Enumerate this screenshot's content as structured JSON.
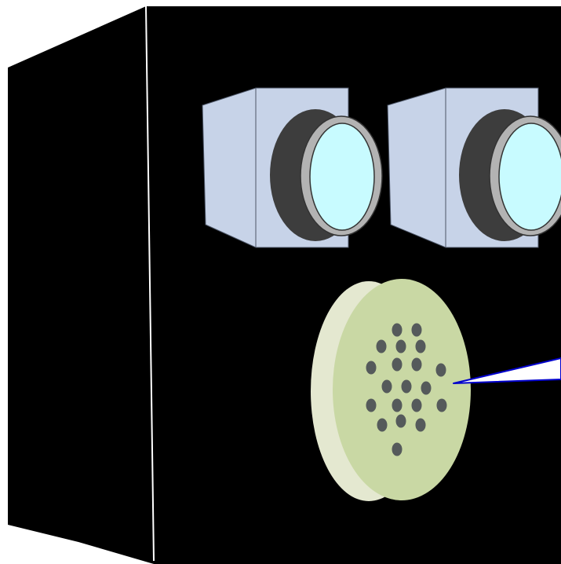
{
  "title": "",
  "figure": {
    "device": {
      "name": "black-box-enclosure",
      "colors": {
        "body": "#000000",
        "edge": "#ffffff"
      }
    },
    "cameras": [
      {
        "name": "left-camera",
        "colors": {
          "housing": "#c7d3e8",
          "housing_edge": "#4c5566",
          "lens_barrel": "#3d3d3d",
          "lens_ring": "#b3b3b3",
          "lens_glass": "#c8fbff"
        }
      },
      {
        "name": "right-camera",
        "colors": {
          "housing": "#c7d3e8",
          "housing_edge": "#4c5566",
          "lens_barrel": "#3d3d3d",
          "lens_ring": "#b3b3b3",
          "lens_glass": "#c8fbff"
        }
      }
    ],
    "speaker": {
      "name": "round-speaker-grille",
      "hole_count": 20,
      "colors": {
        "face": "#c9d8a4",
        "rim": "#e4e8d0",
        "holes": "#555a5b"
      }
    },
    "callout": {
      "name": "speaker-callout-pointer",
      "label": "",
      "colors": {
        "stroke": "#0000cc",
        "fill": "#ffffff"
      }
    }
  }
}
